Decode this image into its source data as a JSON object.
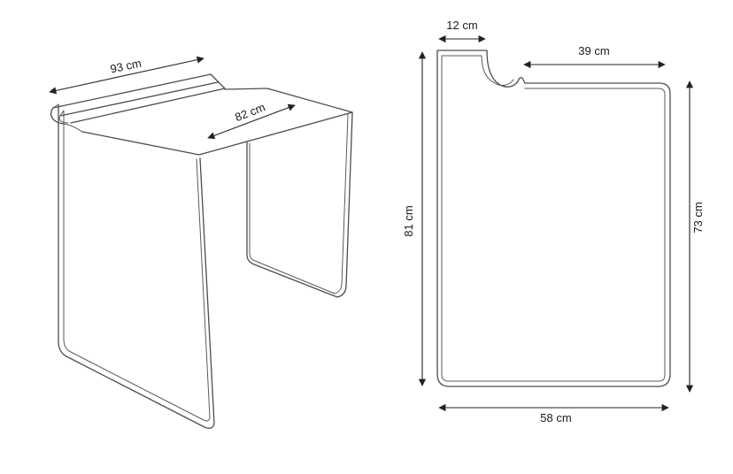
{
  "figure": {
    "title": "overbed-table-technical-drawing",
    "perspective_view": {
      "dim_width_outer": "93 cm",
      "dim_width_surface": "82 cm"
    },
    "profile_view": {
      "dim_tab": "12 cm",
      "dim_top": "39 cm",
      "dim_height_back": "81 cm",
      "dim_height_front": "73 cm",
      "dim_depth": "58 cm"
    },
    "colors": {
      "outline": "#4d4d4d",
      "dimension": "#222222",
      "background": "#ffffff"
    }
  }
}
